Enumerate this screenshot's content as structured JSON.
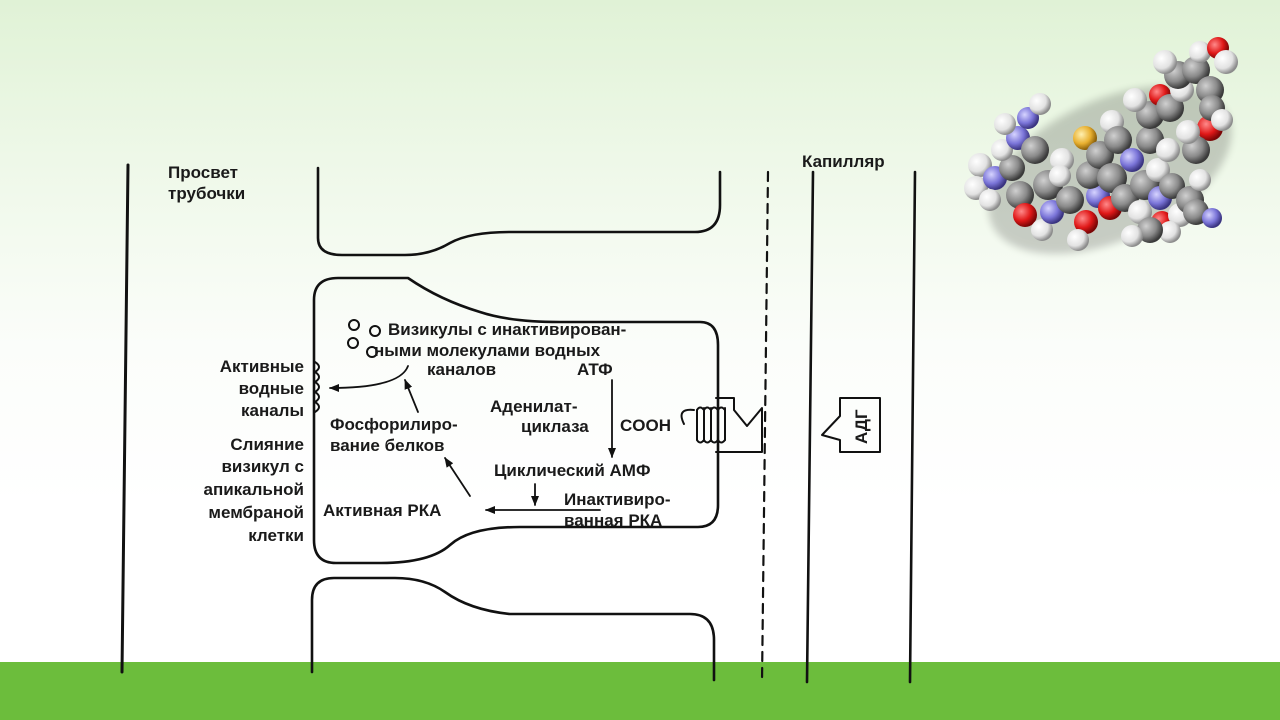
{
  "labels": {
    "lumen_line1": "Просвет",
    "lumen_line2": "трубочки",
    "capillary": "Капилляр",
    "active_channels": [
      "Активные",
      "водные",
      "каналы"
    ],
    "fusion": [
      "Слияние",
      "визикул с",
      "апикальной",
      "мембраной",
      "клетки"
    ],
    "vesicles": [
      "Визикулы с инактивирован-",
      "ными молекулами водных",
      "каналов"
    ],
    "atp": "АТФ",
    "adenylate_cyclase": [
      "Аденилат-",
      "циклаза"
    ],
    "cooh": "COOH",
    "phosphorylation": [
      "Фосфорилиро-",
      "вание белков"
    ],
    "camp": "Циклический АМФ",
    "active_pka": "Активная РКА",
    "inactive_pka": [
      "Инактивиро-",
      "ванная РКА"
    ],
    "adh": "АДГ"
  },
  "colors": {
    "bottom_bar": "#6cbd3c",
    "oxygen": "#e01818",
    "nitrogen": "#7a74d8",
    "sulfur": "#e8b030",
    "carbon": "#8a8a8a",
    "hydrogen": "#e6e6e6"
  },
  "decor": {
    "molecule_icon": "adh-space-filling-molecule-icon"
  }
}
